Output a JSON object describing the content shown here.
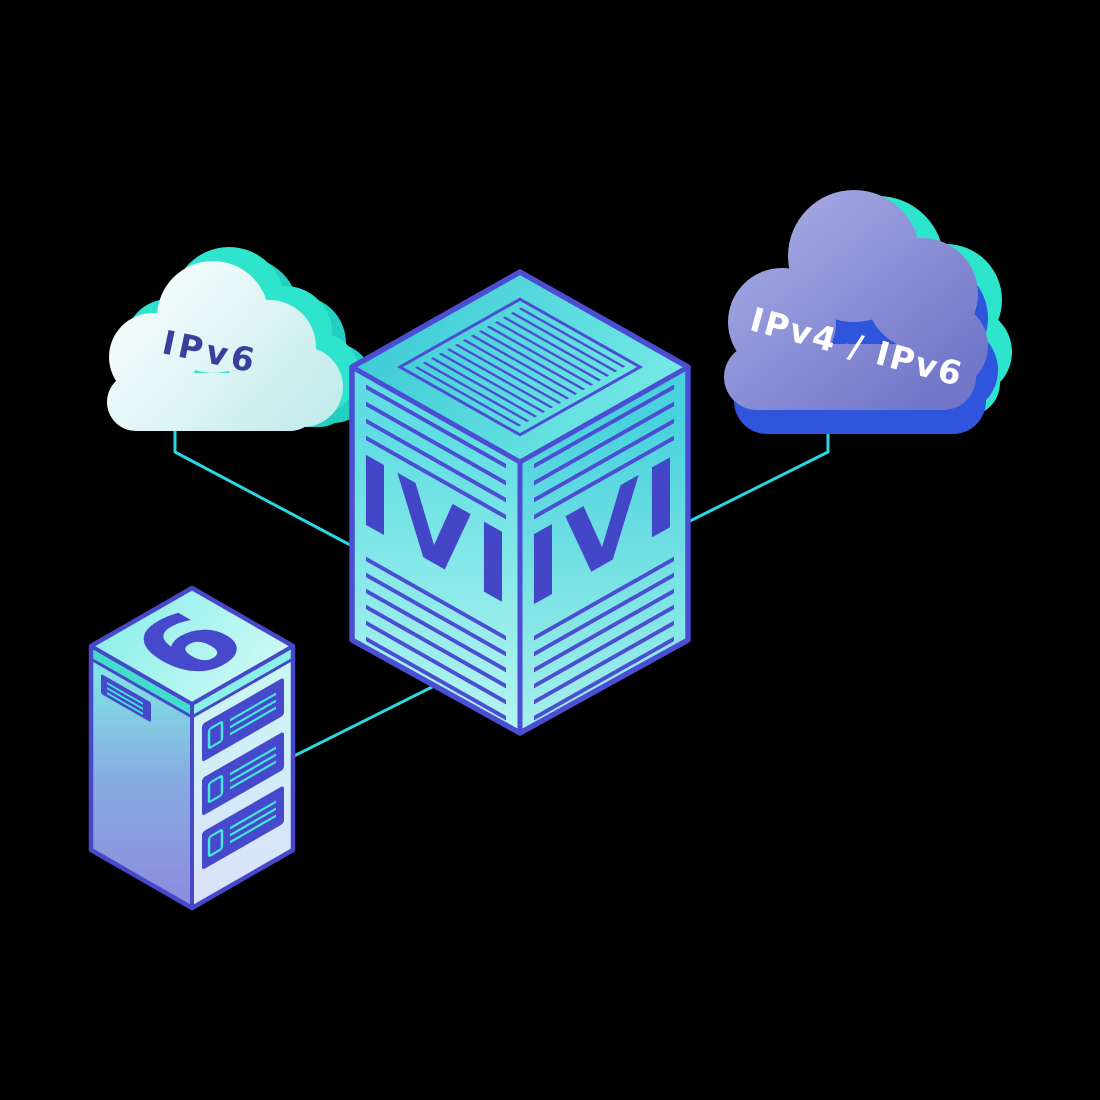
{
  "illustration": {
    "background_color": "#000000",
    "connector_color": "#2bd7e3",
    "components": {
      "left": "ipv6-cloud-icon",
      "center": "ivi-translator-box-icon",
      "right": "ipv4-ipv6-cloud-icon",
      "bottom_left": "ipv6-server-rack-icon"
    },
    "ipv6_cloud": {
      "label": "IPv6",
      "text_color": "#3b3e9b"
    },
    "ipv4_ipv6_cloud": {
      "label": "IPv4 / IPv6",
      "text_color": "#ffffff"
    },
    "ivi_box": {
      "left_face_label": "IVI",
      "right_face_label": "IVI"
    },
    "server": {
      "top_label": "6"
    },
    "palette": {
      "teal_accent": "#2ee4cd",
      "deep_teal_accent": "#23cfc0",
      "blue_accent": "#2f55dd",
      "indigo_outline": "#4b4ed2",
      "cloud_purple": "#8286d2",
      "cyan_face": "#5fdde2",
      "label_indigo": "#3b3e9b"
    }
  }
}
